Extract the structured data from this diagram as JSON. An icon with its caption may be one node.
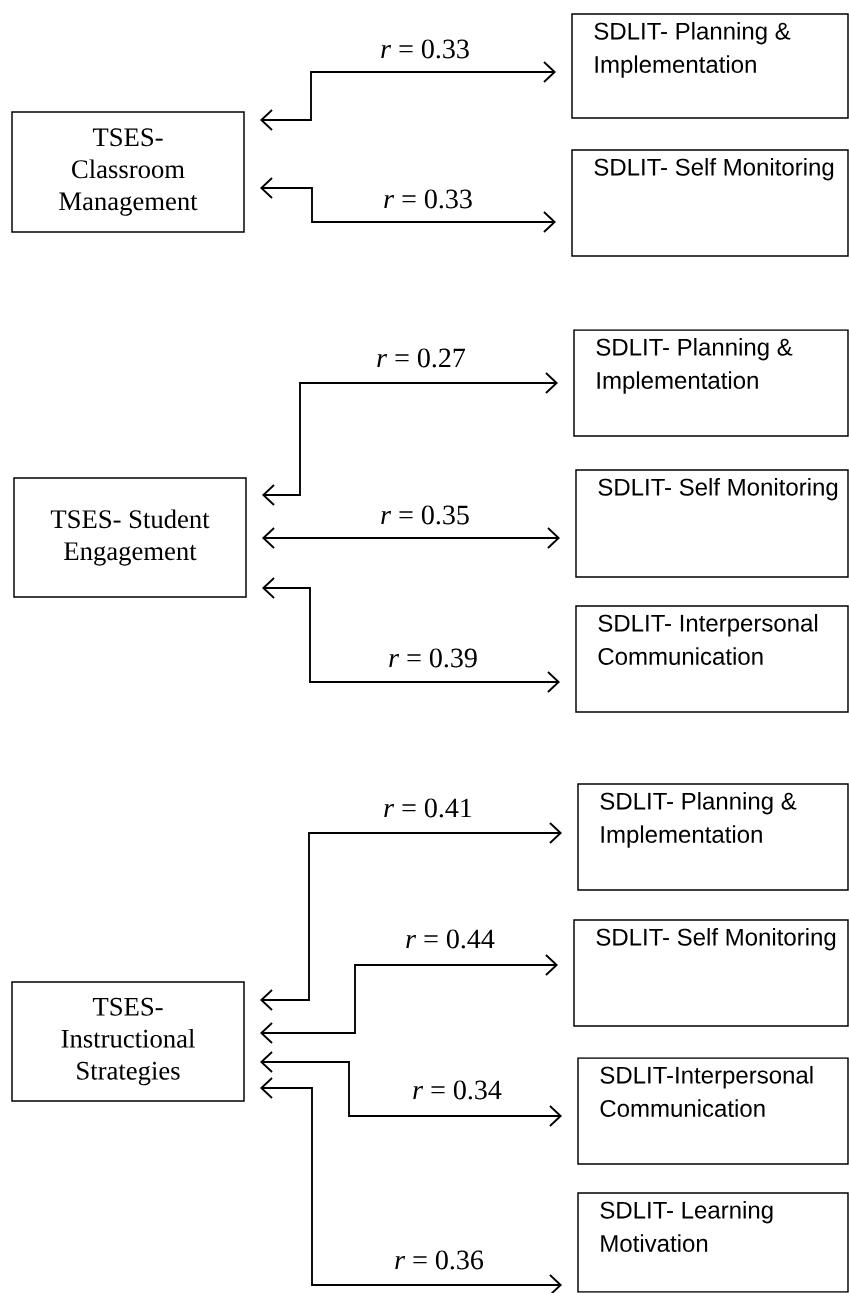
{
  "diagram": {
    "nodes": [
      {
        "text": [
          "TSES- Classroom Management"
        ]
      },
      {
        "text": [
          "SDLIT- Planning & Implementation"
        ]
      },
      {
        "text": [
          "SDLIT- Self Monitoring"
        ]
      },
      {
        "text": [
          "TSES- Student Engagement"
        ]
      },
      {
        "text": [
          "SDLIT- Planning & Implementation"
        ]
      },
      {
        "text": [
          "SDLIT- Self Monitoring"
        ]
      },
      {
        "text": [
          "SDLIT- Interpersonal Communication"
        ]
      },
      {
        "text": [
          "TSES- Instructional Strategies"
        ]
      },
      {
        "text": [
          "SDLIT- Planning & Implementation"
        ]
      },
      {
        "text": [
          "SDLIT- Self Monitoring"
        ]
      },
      {
        "text": [
          "SDLIT-Interpersonal Communication"
        ]
      },
      {
        "text": [
          "SDLIT- Learning Motivation"
        ]
      }
    ],
    "edges": [
      {
        "from": 0,
        "to": 1,
        "arrow": "both",
        "label": "*r* = 0.33"
      },
      {
        "from": 0,
        "to": 2,
        "arrow": "both",
        "label": "*r* = 0.33"
      },
      {
        "from": 3,
        "to": 4,
        "arrow": "both",
        "label": "*r* = 0.27"
      },
      {
        "from": 3,
        "to": 5,
        "arrow": "both",
        "label": "*r* = 0.35"
      },
      {
        "from": 3,
        "to": 6,
        "arrow": "both",
        "label": "*r* = 0.39"
      },
      {
        "from": 7,
        "to": 8,
        "arrow": "both",
        "label": "*r* = 0.41"
      },
      {
        "from": 7,
        "to": 9,
        "arrow": "both",
        "label": "*r* = 0.44"
      },
      {
        "from": 7,
        "to": 10,
        "arrow": "both",
        "label": "*r* = 0.34"
      },
      {
        "from": 7,
        "to": 11,
        "arrow": "both",
        "label": "*r* = 0.36"
      }
    ]
  }
}
